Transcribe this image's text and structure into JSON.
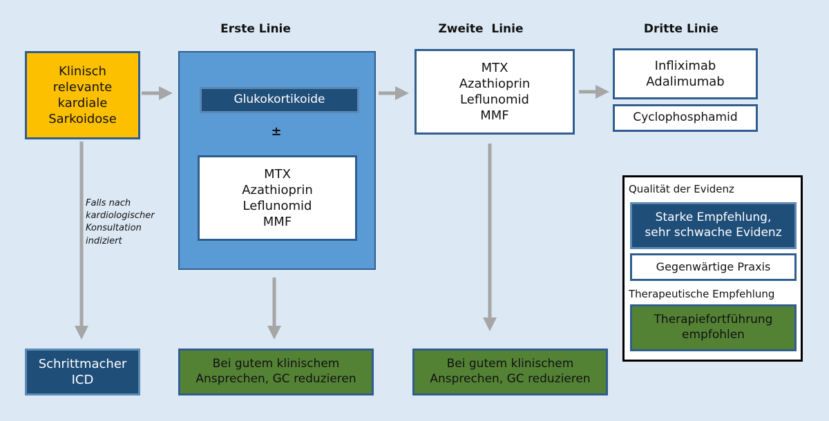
{
  "headers": {
    "first": "Erste Linie",
    "second": "Zweite  Linie",
    "third": "Dritte Linie"
  },
  "start_box": {
    "lines": [
      "Klinisch",
      "relevante",
      "kardiale",
      "Sarkoidose"
    ]
  },
  "pacemaker_note": {
    "lines": [
      "Falls nach",
      "kardiologischer",
      "Konsultation",
      "indiziert"
    ]
  },
  "pacemaker_box": {
    "lines": [
      "Schrittmacher",
      "ICD"
    ]
  },
  "first_line": {
    "glucocorticoids": "Glukokortikoide",
    "plus_minus": "±",
    "drugs": [
      "MTX",
      "Azathioprin",
      "Leflunomid",
      "MMF"
    ],
    "outcome": [
      "Bei gutem klinischem",
      "Ansprechen, GC reduzieren"
    ]
  },
  "second_line": {
    "drugs": [
      "MTX",
      "Azathioprin",
      "Leflunomid",
      "MMF"
    ],
    "outcome": [
      "Bei gutem klinischem",
      "Ansprechen, GC reduzieren"
    ]
  },
  "third_line": {
    "biologics": [
      "Infliximab",
      "Adalimumab"
    ],
    "cyclophosphamide": "Cyclophosphamid"
  },
  "legend": {
    "evidence_title": "Qualität der Evidenz",
    "strong_recommendation": [
      "Starke Empfehlung,",
      "sehr schwache Evidenz"
    ],
    "current_practice": "Gegenwärtige Praxis",
    "therapeutic_title": "Therapeutische Empfehlung",
    "continuation": [
      "Therapiefortführung",
      "empfohlen"
    ]
  },
  "colors": {
    "background": "#dce9f5",
    "orange": "#fdc000",
    "panel_blue": "#5b9bd5",
    "navy": "#1f4e79",
    "green": "#548235",
    "arrow_gray": "#a6a6a6"
  }
}
